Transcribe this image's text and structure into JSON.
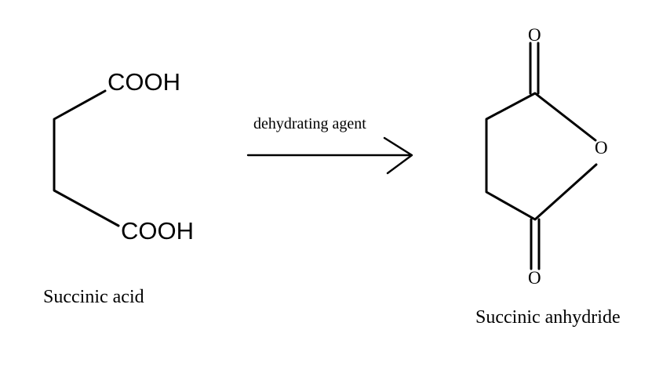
{
  "reactant": {
    "top_group": "COOH",
    "bottom_group": "COOH",
    "name": "Succinic acid"
  },
  "reaction": {
    "reagent": "dehydrating agent"
  },
  "product": {
    "carbonyl_o_top": "O",
    "ring_o": "O",
    "carbonyl_o_bottom": "O",
    "name": "Succinic anhydride"
  },
  "colors": {
    "ink": "#000000",
    "background": "#ffffff"
  }
}
